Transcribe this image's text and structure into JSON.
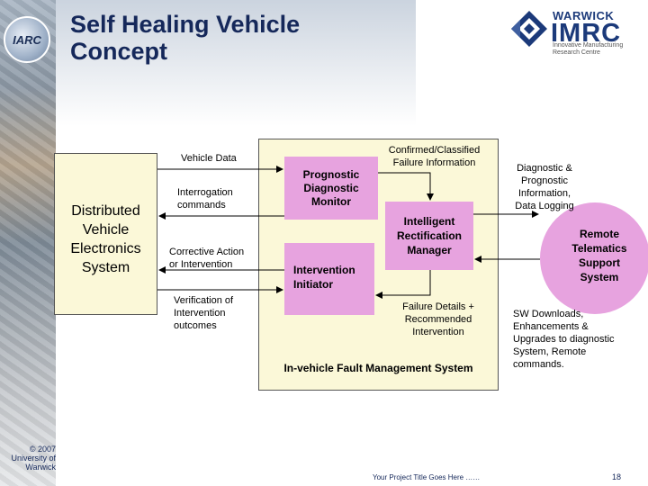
{
  "slide": {
    "title_line1": "Self Healing Vehicle",
    "title_line2": "Concept",
    "page_number": "18",
    "footer_text": "Your Project Title Goes Here ……",
    "copyright_line1": "© 2007",
    "copyright_line2": "University of",
    "copyright_line3": "Warwick"
  },
  "logos": {
    "iarc": "IARC",
    "warwick": "WARWICK",
    "imrc": "IMRC",
    "imrc_line1": "Innovative Manufacturing",
    "imrc_line2": "Research Centre"
  },
  "diagram": {
    "dves": [
      "Distributed",
      "Vehicle",
      "Electronics",
      "System"
    ],
    "pdm": [
      "Prognostic",
      "Diagnostic",
      "Monitor"
    ],
    "irm": [
      "Intelligent",
      "Rectification",
      "Manager"
    ],
    "ii": [
      "Intervention",
      "Initiator"
    ],
    "rts": [
      "Remote",
      "Telematics",
      "Support",
      "System"
    ],
    "ivfms": "In-vehicle Fault Management System",
    "labels": {
      "vehicle_data": "Vehicle Data",
      "interrogation": [
        "Interrogation",
        "commands"
      ],
      "corrective": [
        "Corrective Action",
        "or Intervention"
      ],
      "verification": [
        "Verification of",
        "Intervention",
        "outcomes"
      ],
      "confirmed": [
        "Confirmed/Classified",
        "Failure Information"
      ],
      "failure_details": [
        "Failure Details +",
        "Recommended",
        "Intervention"
      ],
      "diagnostic_info": [
        "Diagnostic &",
        "Prognostic",
        "Information,",
        "Data Logging"
      ],
      "sw_downloads": [
        "SW Downloads,",
        "Enhancements &",
        "Upgrades to diagnostic",
        "System, Remote",
        "commands."
      ]
    }
  },
  "colors": {
    "title": "#15285a",
    "box_fill": "#e7a3df",
    "panel_fill": "#fbf8d8"
  }
}
